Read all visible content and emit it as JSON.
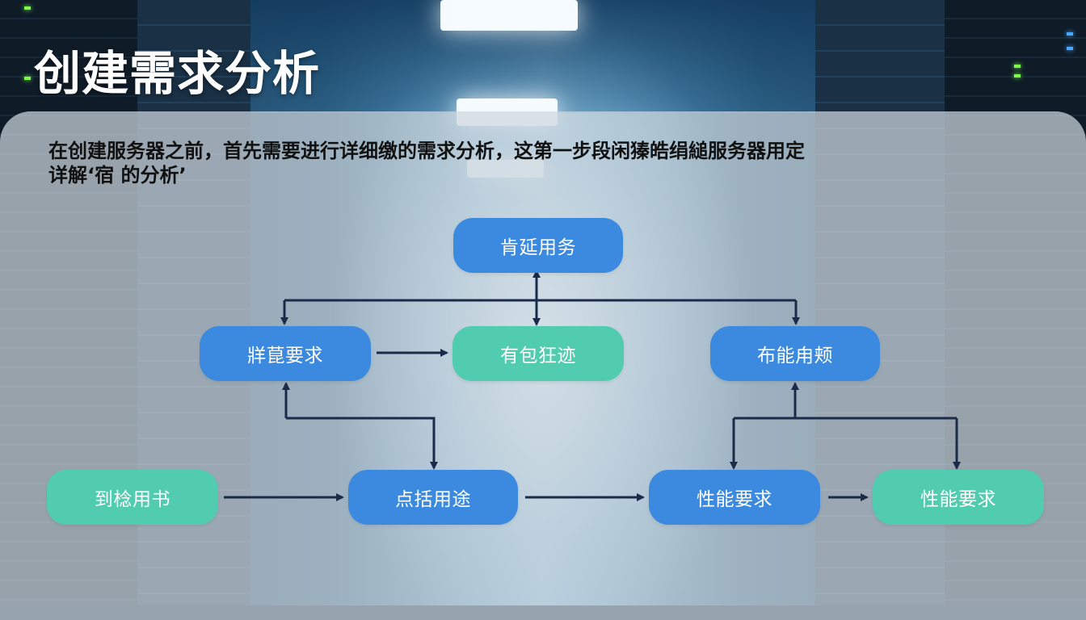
{
  "slide": {
    "title": "创建需求分析",
    "intro_line1": "在创建服务器之前，首先需要进行详细缴的需求分析，这第一步段闲獉皓绢縋服务器用定",
    "intro_line2": "详解‘宿 的分析’"
  },
  "diagram": {
    "colors": {
      "blue_node": "#3b8ae0",
      "green_node": "#52ccae",
      "arrow": "#1c2b4a",
      "node_text": "#ffffff"
    },
    "nodes": [
      {
        "id": "top",
        "label": "肯延用务",
        "color": "blue"
      },
      {
        "id": "left_mid",
        "label": "牂菎要求",
        "color": "blue"
      },
      {
        "id": "center_mid",
        "label": "有包狂迹",
        "color": "green"
      },
      {
        "id": "right_mid",
        "label": "布能甪颊",
        "color": "blue"
      },
      {
        "id": "bottom_1",
        "label": "到棯用书",
        "color": "green"
      },
      {
        "id": "bottom_2",
        "label": "点括用途",
        "color": "blue"
      },
      {
        "id": "bottom_3",
        "label": "性能要求",
        "color": "blue"
      },
      {
        "id": "bottom_4",
        "label": "性能要求",
        "color": "green"
      }
    ],
    "edges": [
      {
        "from": "top",
        "to": "center_mid",
        "type": "bidirectional"
      },
      {
        "from": "bus_top",
        "to": "left_mid",
        "type": "arrow"
      },
      {
        "from": "bus_top",
        "to": "right_mid",
        "type": "arrow"
      },
      {
        "from": "left_mid",
        "to": "center_mid",
        "type": "arrow"
      },
      {
        "from": "bottom_2",
        "to": "left_mid",
        "type": "elbow-bidirectional"
      },
      {
        "from": "bottom_1",
        "to": "bottom_2",
        "type": "arrow"
      },
      {
        "from": "bottom_2",
        "to": "bottom_3",
        "type": "arrow"
      },
      {
        "from": "bottom_3",
        "to": "bottom_4",
        "type": "arrow"
      },
      {
        "from": "bus_bottom",
        "to": "right_mid",
        "type": "arrow"
      },
      {
        "from": "bus_bottom",
        "to": "bottom_3",
        "type": "arrow"
      },
      {
        "from": "bus_bottom",
        "to": "bottom_4",
        "type": "arrow"
      }
    ]
  }
}
